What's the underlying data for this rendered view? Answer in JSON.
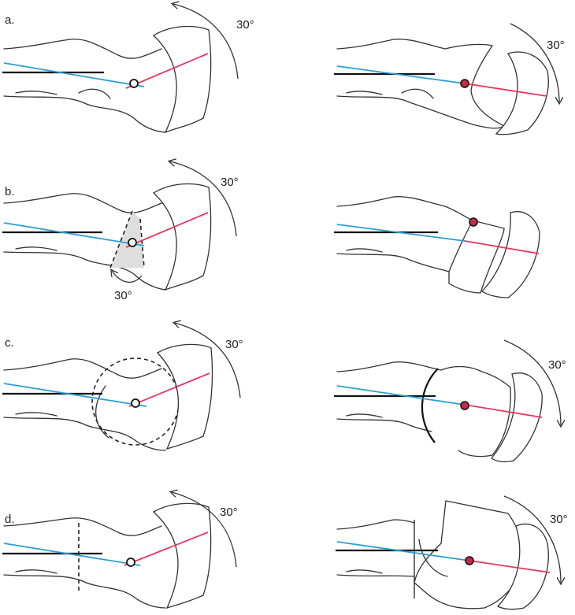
{
  "colors": {
    "blue": "#2a9fd6",
    "red": "#e8365d",
    "dot_fill": "#c8284a",
    "wedge_fill": "#dedede"
  },
  "panels": [
    {
      "label": "a.",
      "left_angle": "30°",
      "right_angle": "30°"
    },
    {
      "label": "b.",
      "left_angle": "30°",
      "right_angle": "",
      "wedge_angle": "30°"
    },
    {
      "label": "c.",
      "left_angle": "30°",
      "right_angle": "30°"
    },
    {
      "label": "d.",
      "left_angle": "30°",
      "right_angle": "30°"
    }
  ]
}
